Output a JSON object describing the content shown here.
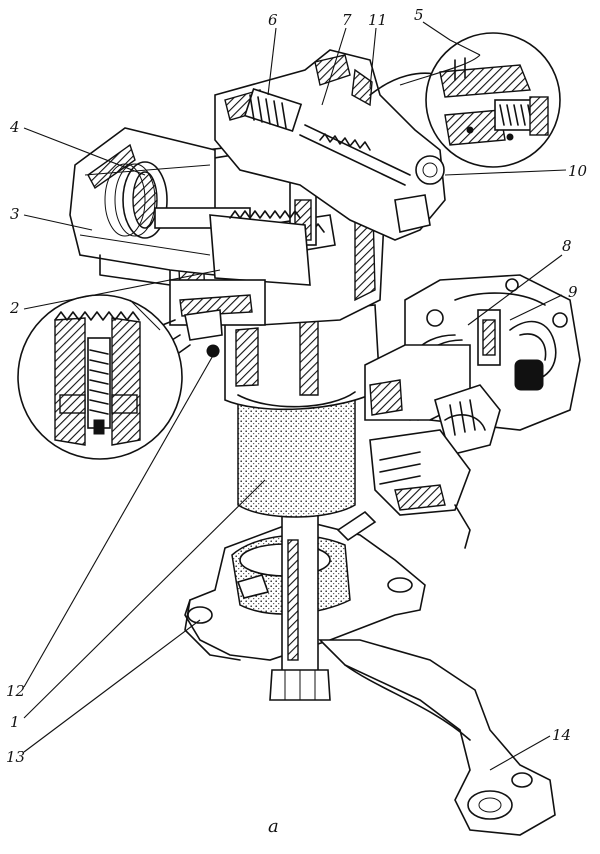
{
  "caption": "а",
  "labels": [
    {
      "id": "1",
      "text": "1"
    },
    {
      "id": "2",
      "text": "2"
    },
    {
      "id": "3",
      "text": "3"
    },
    {
      "id": "4",
      "text": "4"
    },
    {
      "id": "5",
      "text": "5"
    },
    {
      "id": "6",
      "text": "6"
    },
    {
      "id": "7",
      "text": "7"
    },
    {
      "id": "8",
      "text": "8"
    },
    {
      "id": "9",
      "text": "9"
    },
    {
      "id": "10",
      "text": "10"
    },
    {
      "id": "11",
      "text": "11"
    },
    {
      "id": "12",
      "text": "12"
    },
    {
      "id": "13",
      "text": "13"
    },
    {
      "id": "14",
      "text": "14"
    }
  ]
}
